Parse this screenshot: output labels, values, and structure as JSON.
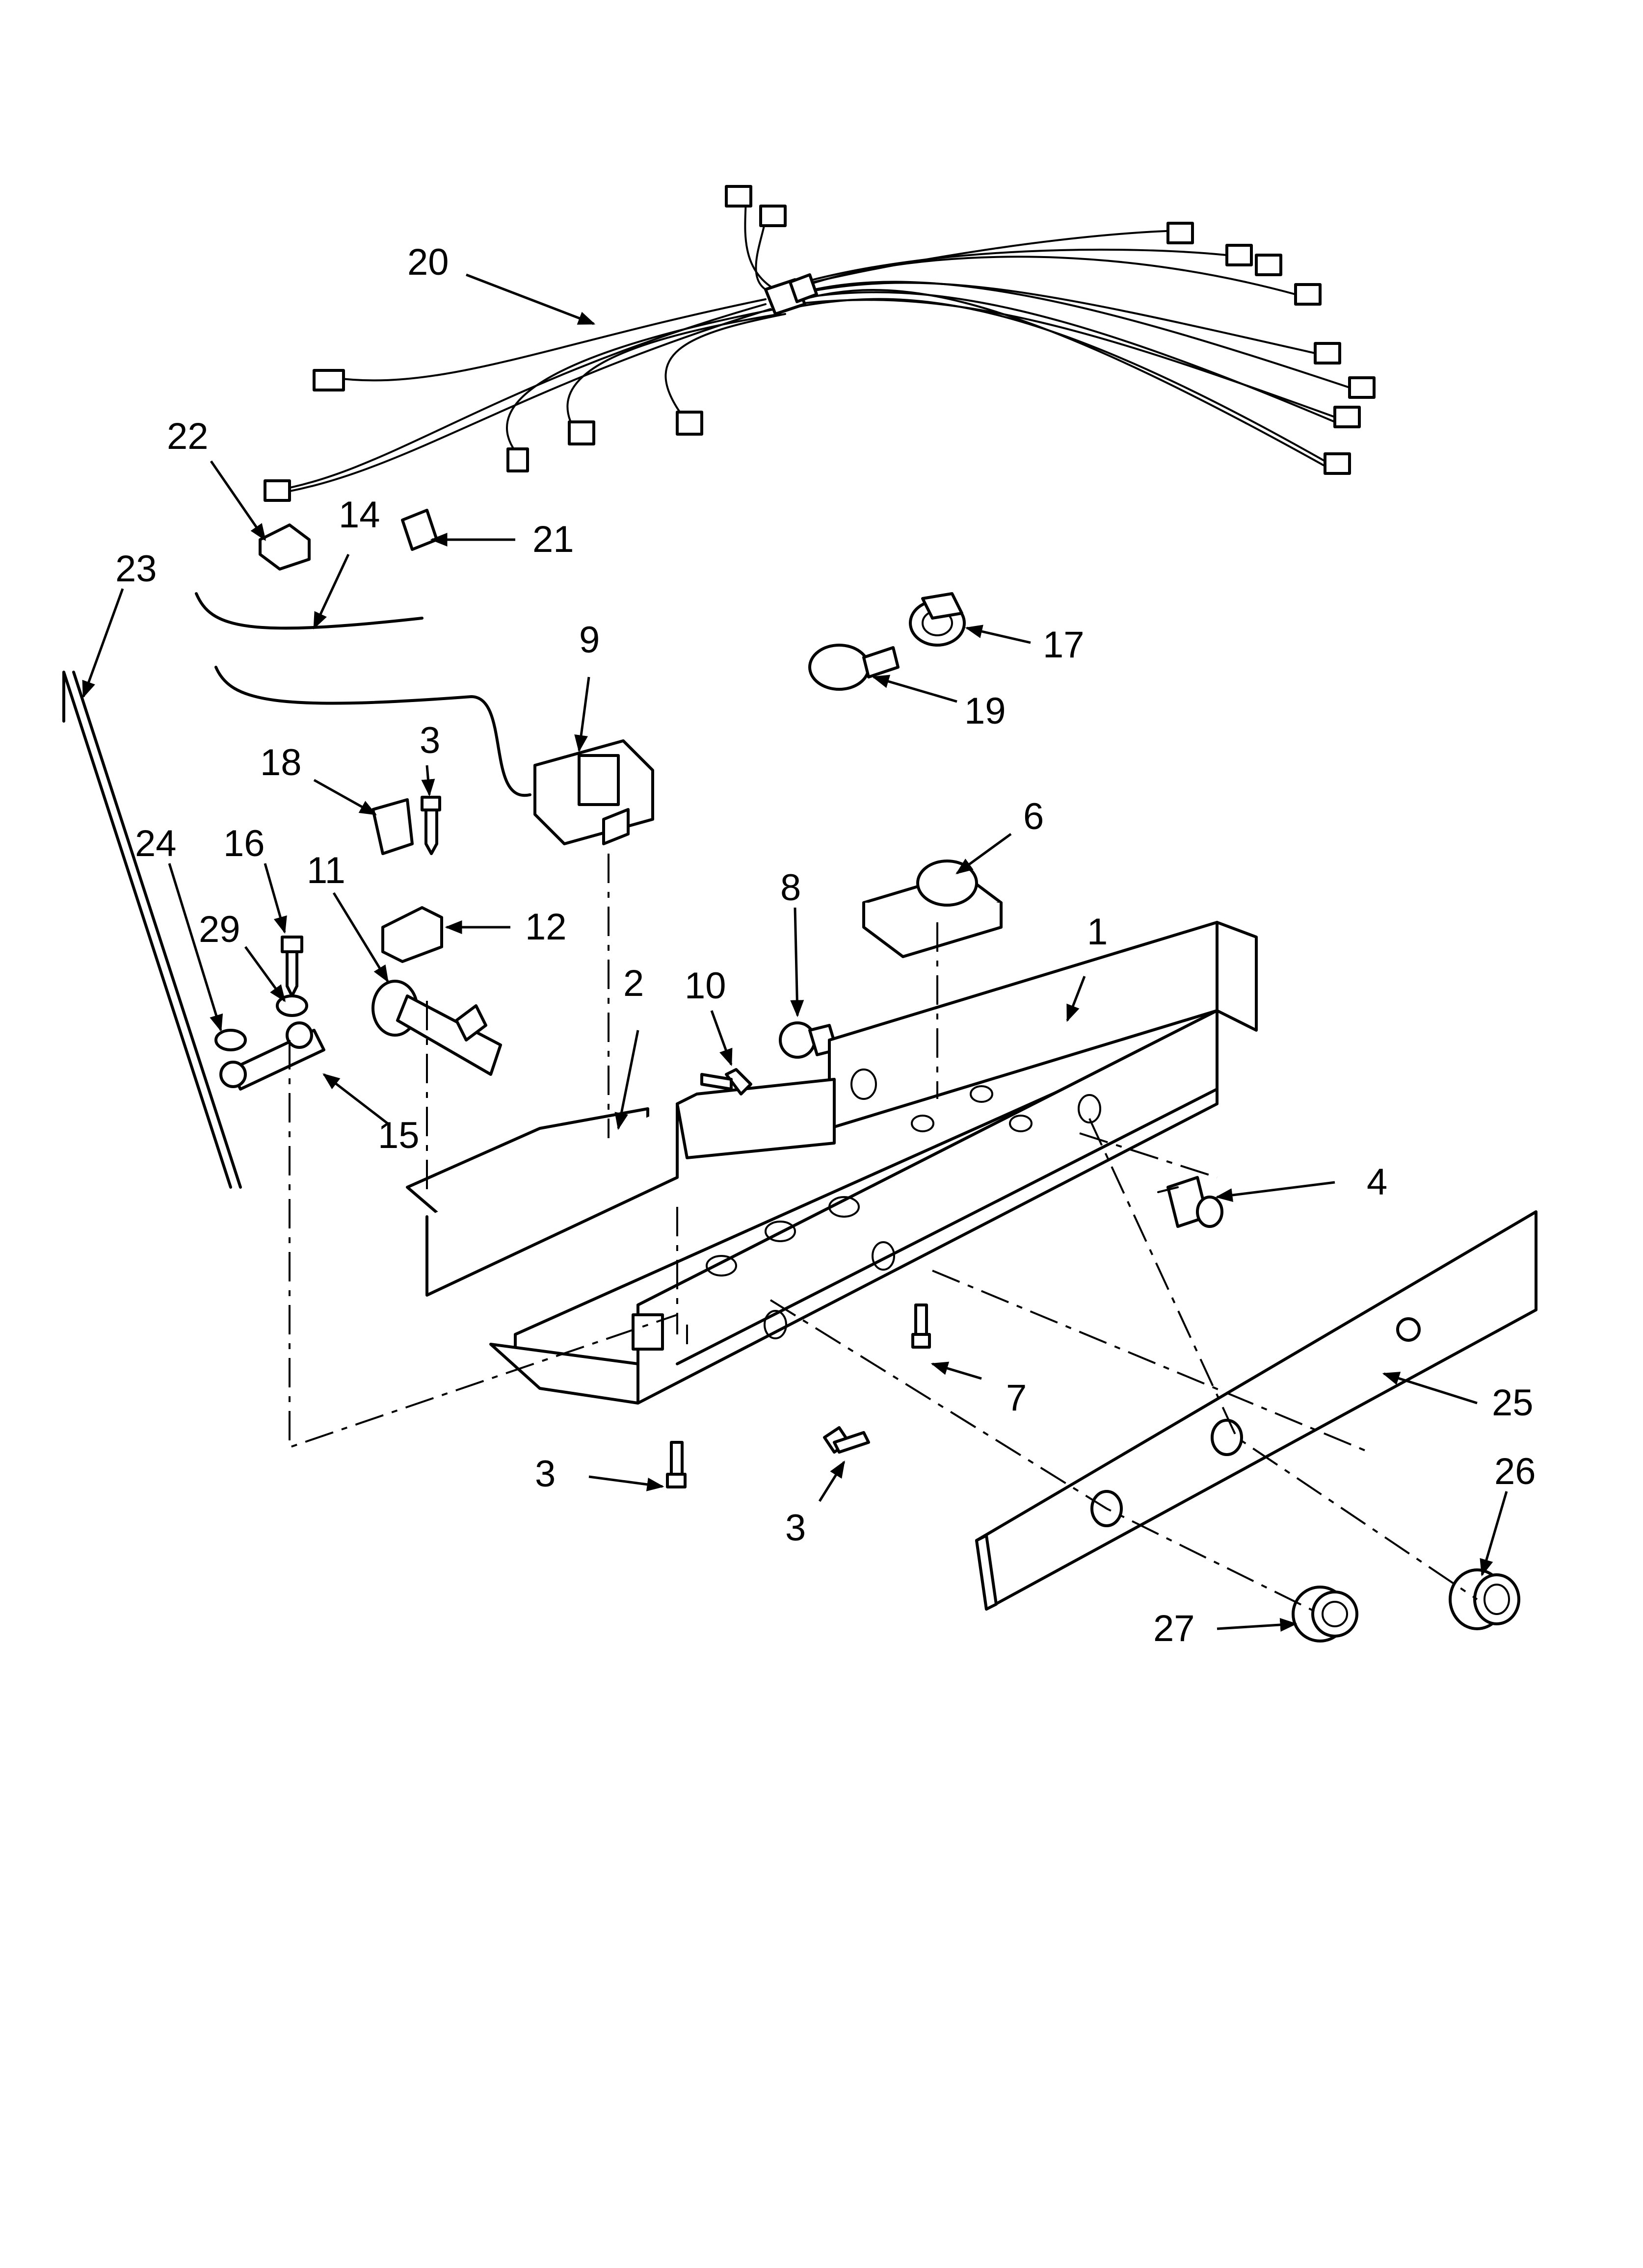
{
  "diagram": {
    "callouts": {
      "c1": "1",
      "c2": "2",
      "c3a": "3",
      "c3b": "3",
      "c3c": "3",
      "c4": "4",
      "c6": "6",
      "c7": "7",
      "c8": "8",
      "c9": "9",
      "c10": "10",
      "c11": "11",
      "c12": "12",
      "c14": "14",
      "c15": "15",
      "c16": "16",
      "c17": "17",
      "c18": "18",
      "c19": "19",
      "c20": "20",
      "c21": "21",
      "c22": "22",
      "c23": "23",
      "c24": "24",
      "c25": "25",
      "c26": "26",
      "c27": "27",
      "c29": "29"
    }
  }
}
